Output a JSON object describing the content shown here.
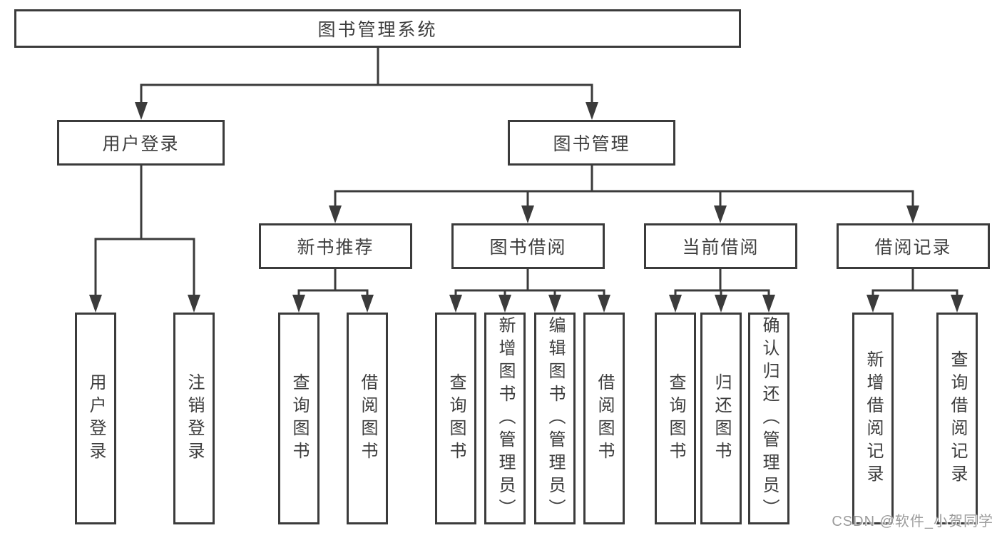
{
  "diagram": {
    "type": "hierarchy",
    "title": "图书管理系统"
  },
  "nodes": {
    "root": "图书管理系统",
    "user_login": "用户登录",
    "book_management": "图书管理",
    "new_book_recommend": "新书推荐",
    "book_borrow": "图书借阅",
    "current_borrow": "当前借阅",
    "borrow_record": "借阅记录",
    "leaf_user_login": "用户登录",
    "leaf_logout": "注销登录",
    "leaf_nbr_query_book": "查询图书",
    "leaf_nbr_borrow_book": "借阅图书",
    "leaf_bb_query_book": "查询图书",
    "leaf_bb_add_book": "新增图书（管理员）",
    "leaf_bb_edit_book": "编辑图书（管理员）",
    "leaf_bb_borrow_book": "借阅图书",
    "leaf_cb_query_book": "查询图书",
    "leaf_cb_return_book": "归还图书",
    "leaf_cb_confirm_return": "确认归还（管理员）",
    "leaf_br_add_record": "新增借阅记录",
    "leaf_br_query_record": "查询借阅记录"
  },
  "hierarchy": {
    "图书管理系统": [
      "用户登录",
      "图书管理"
    ],
    "用户登录": [
      "用户登录",
      "注销登录"
    ],
    "图书管理": [
      "新书推荐",
      "图书借阅",
      "当前借阅",
      "借阅记录"
    ],
    "新书推荐": [
      "查询图书",
      "借阅图书"
    ],
    "图书借阅": [
      "查询图书",
      "新增图书（管理员）",
      "编辑图书（管理员）",
      "借阅图书"
    ],
    "当前借阅": [
      "查询图书",
      "归还图书",
      "确认归还（管理员）"
    ],
    "借阅记录": [
      "新增借阅记录",
      "查询借阅记录"
    ]
  },
  "watermark": "CSDN @软件_小贺同学",
  "colors": {
    "line": "#3b3b3b",
    "text": "#3d3d3d",
    "watermark": "#9c9c9c",
    "background": "#ffffff"
  }
}
